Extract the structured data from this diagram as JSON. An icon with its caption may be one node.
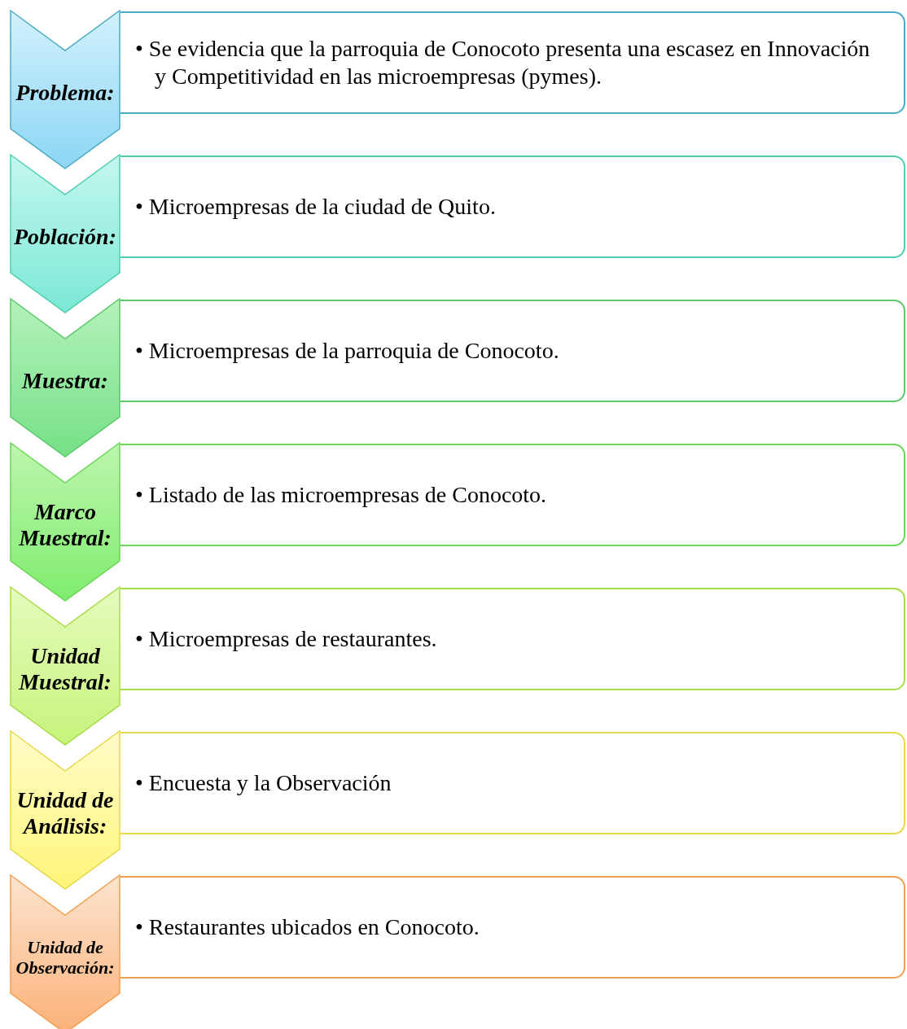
{
  "diagram": {
    "nodes": [
      {
        "text": [
          "Problema:"
        ]
      },
      {
        "text": [
          "• Se evidencia que la parroquia de Conocoto presenta una escasez en Innovación y Competitividad en las microempresas (pymes)."
        ]
      },
      {
        "text": [
          "Población:"
        ]
      },
      {
        "text": [
          "• Microempresas de la ciudad de Quito."
        ]
      },
      {
        "text": [
          "Muestra:"
        ]
      },
      {
        "text": [
          "• Microempresas de la parroquia de Conocoto."
        ]
      },
      {
        "text": [
          "Marco Muestral:"
        ]
      },
      {
        "text": [
          "• Listado de las microempresas de Conocoto."
        ]
      },
      {
        "text": [
          "Unidad Muestral:"
        ]
      },
      {
        "text": [
          "• Microempresas de restaurantes."
        ]
      },
      {
        "text": [
          "Unidad de Análisis:"
        ]
      },
      {
        "text": [
          "• Encuesta y la Observación"
        ]
      },
      {
        "text": [
          "Unidad de Observación:"
        ]
      },
      {
        "text": [
          "• Restaurantes ubicados en Conocoto."
        ]
      }
    ]
  }
}
